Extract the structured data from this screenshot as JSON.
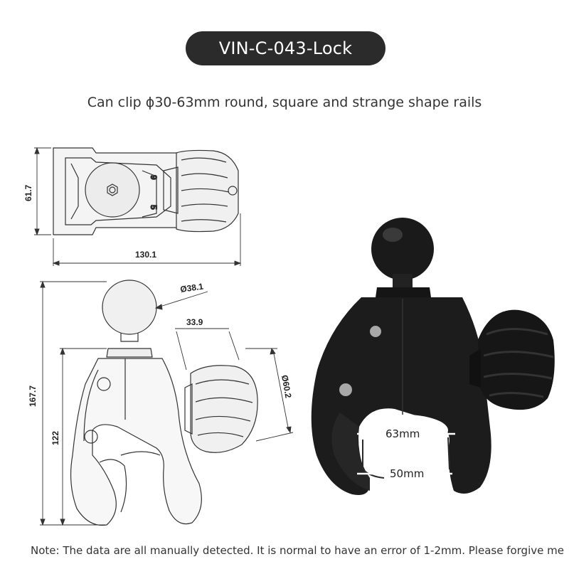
{
  "title": "VIN-C-043-Lock",
  "subtitle": "Can clip ϕ30-63mm round, square and strange shape rails",
  "footnote": "Note: The data are all manually detected. It is normal to have an error of 1-2mm. Please forgive me",
  "dimensions": {
    "top_height": "61.7",
    "top_length": "130.1",
    "ball_diameter": "Ø38.1",
    "knob_width": "33.9",
    "knob_diameter": "Ø60.2",
    "total_height": "167.7",
    "clamp_height": "122"
  },
  "photo_labels": {
    "max_opening": "63mm",
    "min_opening": "50mm"
  }
}
